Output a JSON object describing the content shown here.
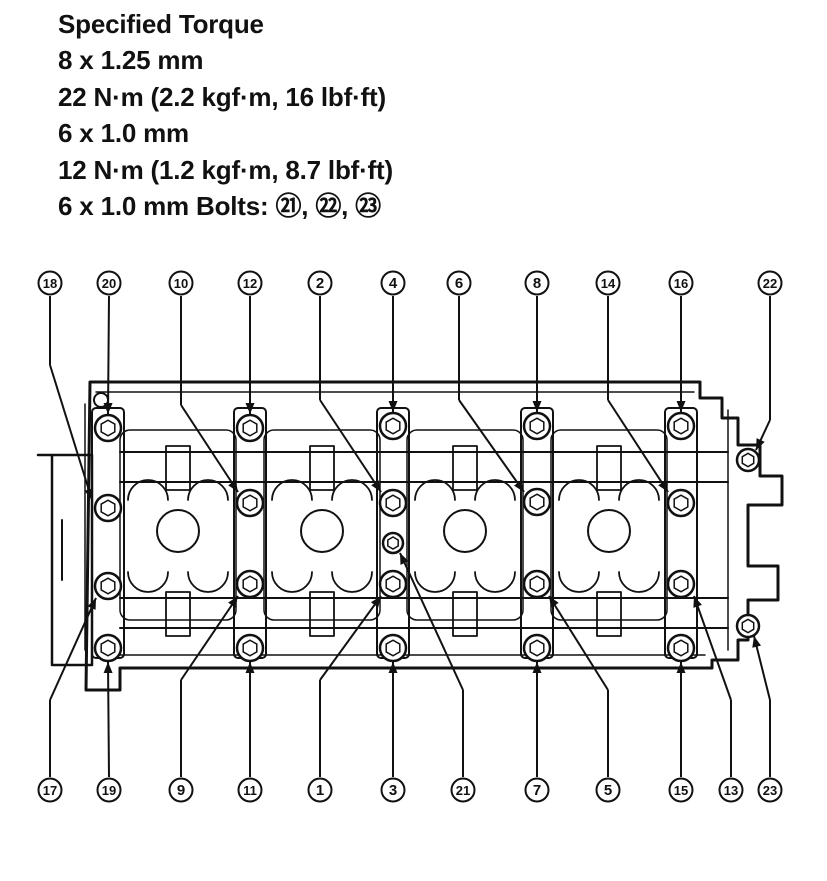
{
  "spec": {
    "lines": [
      "Specified Torque",
      "8 x 1.25 mm",
      "22 N·m (2.2 kgf·m, 16 lbf·ft)",
      "6 x 1.0 mm",
      "12 N·m (1.2 kgf·m, 8.7 lbf·ft)",
      "6 x 1.0 mm Bolts: ㉑, ㉒, ㉓"
    ]
  },
  "callouts": {
    "top": [
      "18",
      "20",
      "10",
      "12",
      "2",
      "4",
      "6",
      "8",
      "14",
      "16",
      "22"
    ],
    "bottom": [
      "17",
      "19",
      "9",
      "11",
      "1",
      "3",
      "21",
      "7",
      "5",
      "15",
      "13",
      "23"
    ]
  }
}
